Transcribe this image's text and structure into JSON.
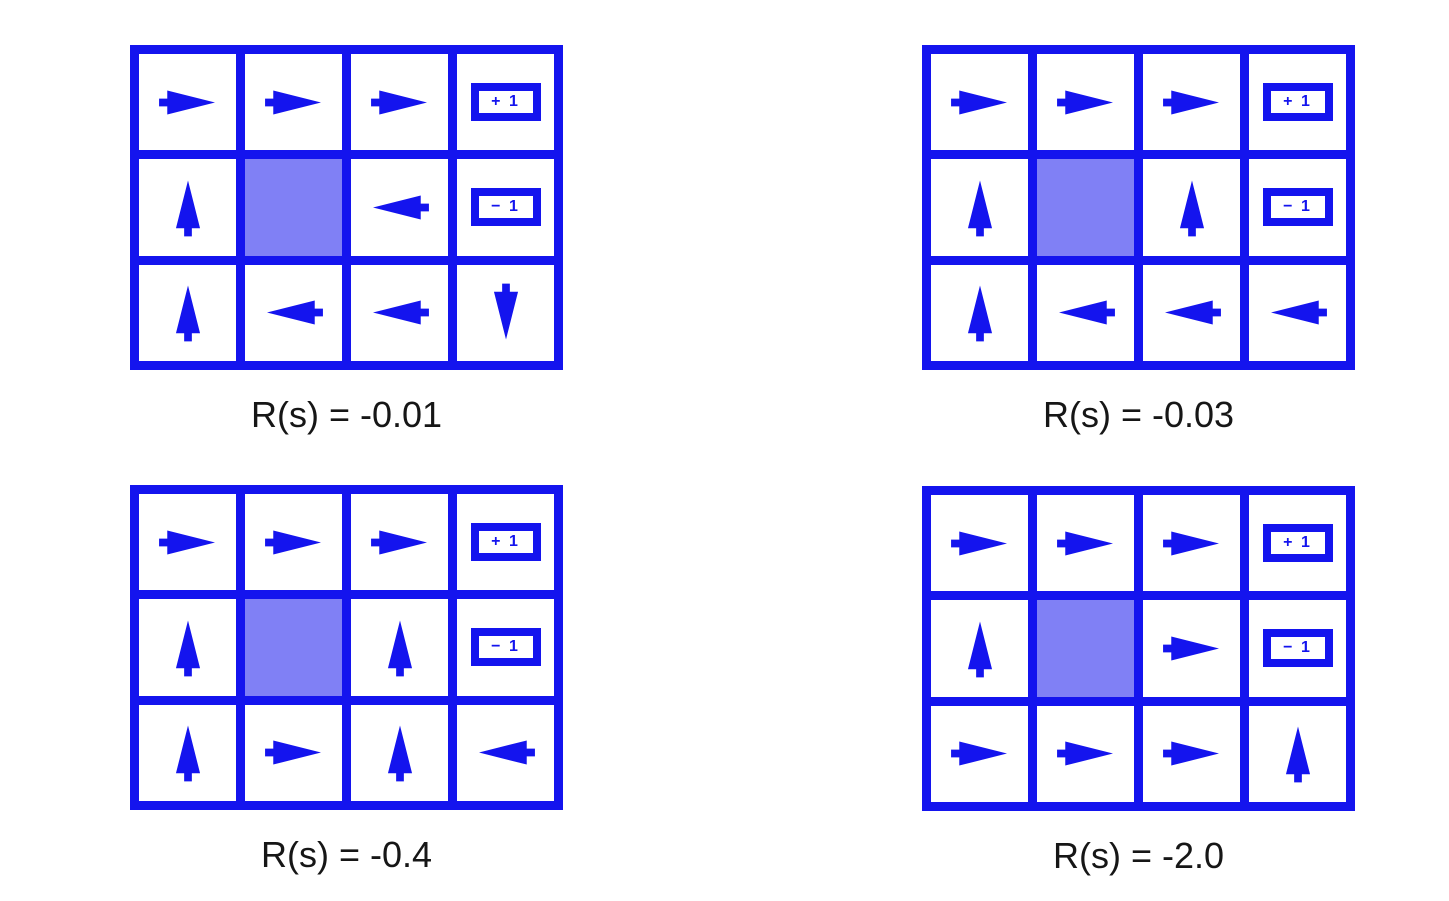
{
  "figure": {
    "description": "Four gridworld optimal-policy diagrams for different per-step rewards",
    "colors": {
      "blue": "#1414ee",
      "wall": "#8080f5",
      "cell_background": "#ffffff",
      "label_text": "#161616"
    },
    "terminal_labels": {
      "plus1": "+ 1",
      "minus1": "− 1"
    },
    "panels": [
      {
        "label": "R(s) = -0.01",
        "rows": [
          [
            "right",
            "right",
            "right",
            "plus1"
          ],
          [
            "up",
            "wall",
            "left",
            "minus1"
          ],
          [
            "up",
            "left",
            "left",
            "down"
          ]
        ]
      },
      {
        "label": "R(s) = -0.03",
        "rows": [
          [
            "right",
            "right",
            "right",
            "plus1"
          ],
          [
            "up",
            "wall",
            "up",
            "minus1"
          ],
          [
            "up",
            "left",
            "left",
            "left"
          ]
        ]
      },
      {
        "label": "R(s) = -0.4",
        "rows": [
          [
            "right",
            "right",
            "right",
            "plus1"
          ],
          [
            "up",
            "wall",
            "up",
            "minus1"
          ],
          [
            "up",
            "right",
            "up",
            "left"
          ]
        ]
      },
      {
        "label": "R(s) = -2.0",
        "rows": [
          [
            "right",
            "right",
            "right",
            "plus1"
          ],
          [
            "up",
            "wall",
            "right",
            "minus1"
          ],
          [
            "right",
            "right",
            "right",
            "up"
          ]
        ]
      }
    ]
  }
}
